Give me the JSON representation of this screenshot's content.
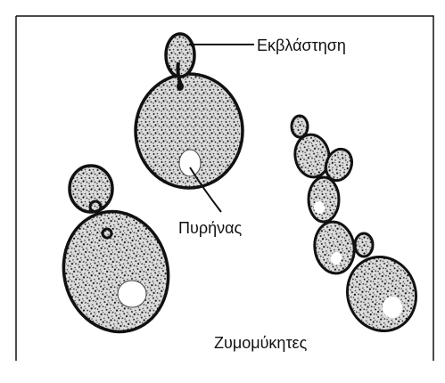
{
  "labels": {
    "budding": "Εκβλάστηση",
    "nucleus": "Πυρήνας",
    "caption": "Ζυμομύκητες"
  },
  "colors": {
    "ink": "#111111",
    "cell_fill": "#d9d9d9",
    "nucleus_fill": "#ffffff",
    "frame": "#111111"
  }
}
